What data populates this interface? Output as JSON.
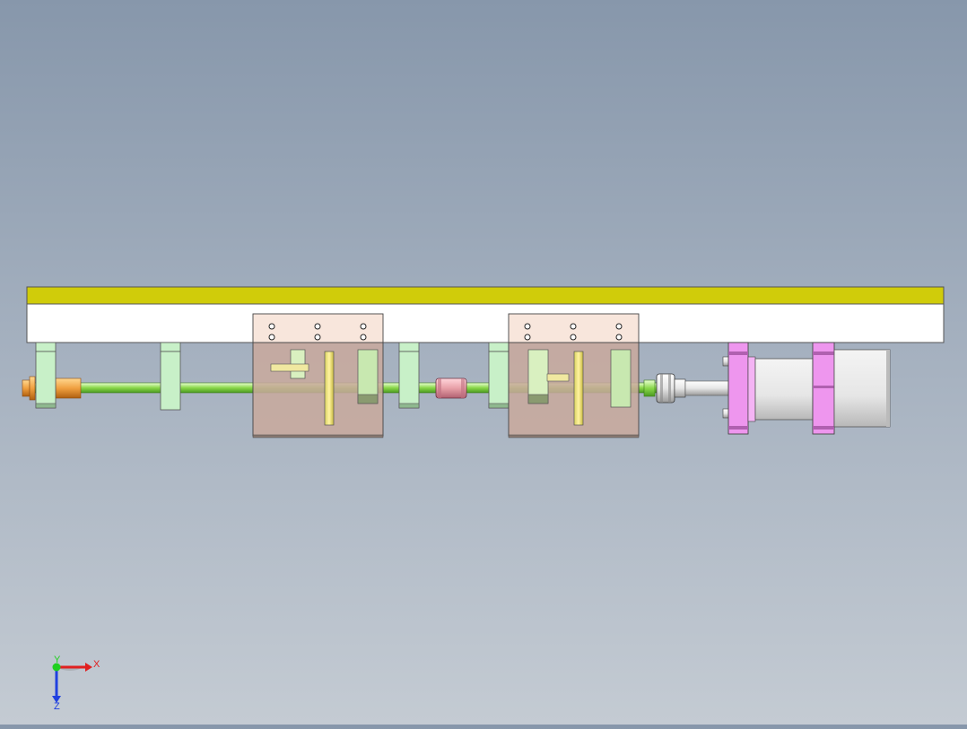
{
  "viewport": {
    "background_top": "#8797ab",
    "background_bottom": "#c4cbd3"
  },
  "colors": {
    "beam_top": "#d0cc0a",
    "beam_face": "#ffffff",
    "support": "#c8f0c8",
    "shaft": "#a6e66a",
    "housing": "#c9a99c",
    "housing_top": "#f8e6dc",
    "motor_flange": "#ee96ee",
    "motor_body": "#e8e8e8",
    "bushing": "#f0a040",
    "coupling": "#e8a0a8"
  },
  "triad": {
    "x_label": "X",
    "y_label": "Y",
    "z_label": "Z",
    "x_color": "#e02020",
    "y_color": "#20d020",
    "z_color": "#2040e0"
  }
}
